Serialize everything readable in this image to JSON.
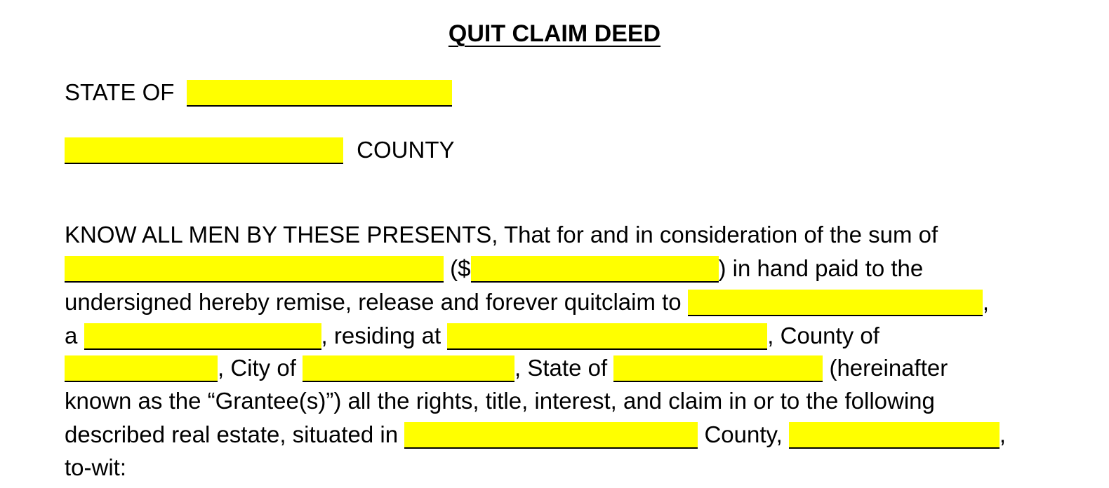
{
  "document": {
    "title": "QUIT CLAIM DEED",
    "state_label": "STATE OF",
    "county_label": "COUNTY",
    "para": {
      "l1": "KNOW ALL MEN BY THESE PRESENTS, That for and in consideration of the sum of",
      "l2_paren_open": " ($",
      "l2_paren_close": ")",
      "l2_text": " in hand paid to the",
      "l3_text": "undersigned hereby remise, release and forever quitclaim to ",
      "l3_comma": ",",
      "l4_a": "a ",
      "l4_residing": ", residing at ",
      "l4_county": ", County of",
      "l5_city": ", City of ",
      "l5_state": ", State of ",
      "l5_hereinafter": " (hereinafter",
      "l6": "known as the “Grantee(s)”) all the rights, title, interest, and claim in or to the following",
      "l7_text": "described real estate, situated in ",
      "l7_county": " County, ",
      "l7_comma": ",",
      "l8": "to-wit:"
    }
  },
  "colors": {
    "highlight": "#ffff00",
    "text": "#000000"
  }
}
